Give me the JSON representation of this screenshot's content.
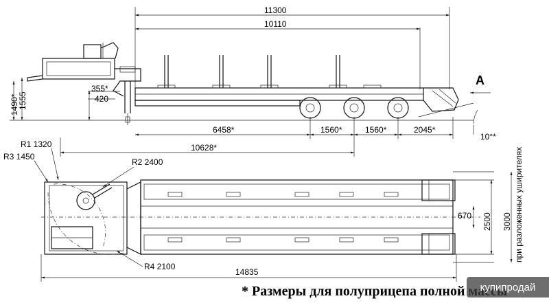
{
  "dimensions": {
    "overall_length_top": "11300",
    "deck_length": "10110",
    "height_front": "1490*",
    "height_front_2": "1555",
    "gooseneck_355": "355*",
    "gooseneck_420": "420",
    "deck_to_axle": "6458*",
    "axle_spacing_1": "1560*",
    "axle_spacing_2": "1560*",
    "rear_overhang": "2045*",
    "angle": "10°*",
    "kingpin_to_axle": "10628*",
    "radius_1": "R1 1320",
    "radius_3": "R3 1450",
    "radius_2": "R2 2400",
    "radius_4": "R4 2100",
    "overall_length_plan": "14835",
    "width_670": "670",
    "width_2500": "2500",
    "width_3000": "3000",
    "width_note": "при разложенных уширителях"
  },
  "view_label": "A",
  "footnote": "* Размеры для полуприцепа полной массы",
  "watermark": "купипродай"
}
